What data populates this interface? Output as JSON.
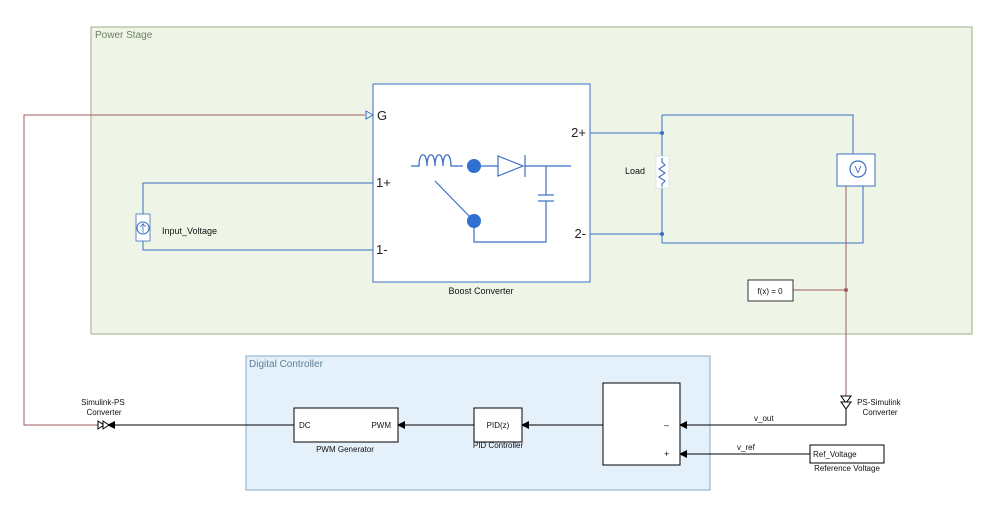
{
  "areas": {
    "power_stage": "Power Stage",
    "digital_controller": "Digital Controller"
  },
  "boost_converter": {
    "name": "Boost Converter",
    "port_g": "G",
    "port_in_pos": "1+",
    "port_in_neg": "1-",
    "port_out_pos": "2+",
    "port_out_neg": "2-"
  },
  "input_voltage": {
    "name": "Input_Voltage"
  },
  "load": {
    "name": "Load"
  },
  "voltage_sensor": {
    "symbol": "V"
  },
  "solver": {
    "label": "f(x) = 0"
  },
  "ps_simulink": {
    "name": "PS-Simulink\nConverter"
  },
  "simulink_ps": {
    "name": "Simulink-PS\nConverter"
  },
  "pwm_generator": {
    "name": "PWM Generator",
    "port_in": "DC",
    "port_out": "PWM"
  },
  "pid": {
    "name": "PID Controller",
    "label": "PID(z)"
  },
  "sum": {
    "minus": "–",
    "plus": "+"
  },
  "reference": {
    "name": "Reference Voltage",
    "label": "Ref_Voltage"
  },
  "signals": {
    "v_out": "v_out",
    "v_ref": "v_ref"
  },
  "colors": {
    "power_fill": "#eef5e7",
    "power_border": "#9cad88",
    "controller_fill": "#e4f1fb",
    "controller_border": "#87a9c4",
    "physical_line": "#3a6fc4",
    "ps_line": "#a25c5c",
    "signal_line": "#000000"
  }
}
